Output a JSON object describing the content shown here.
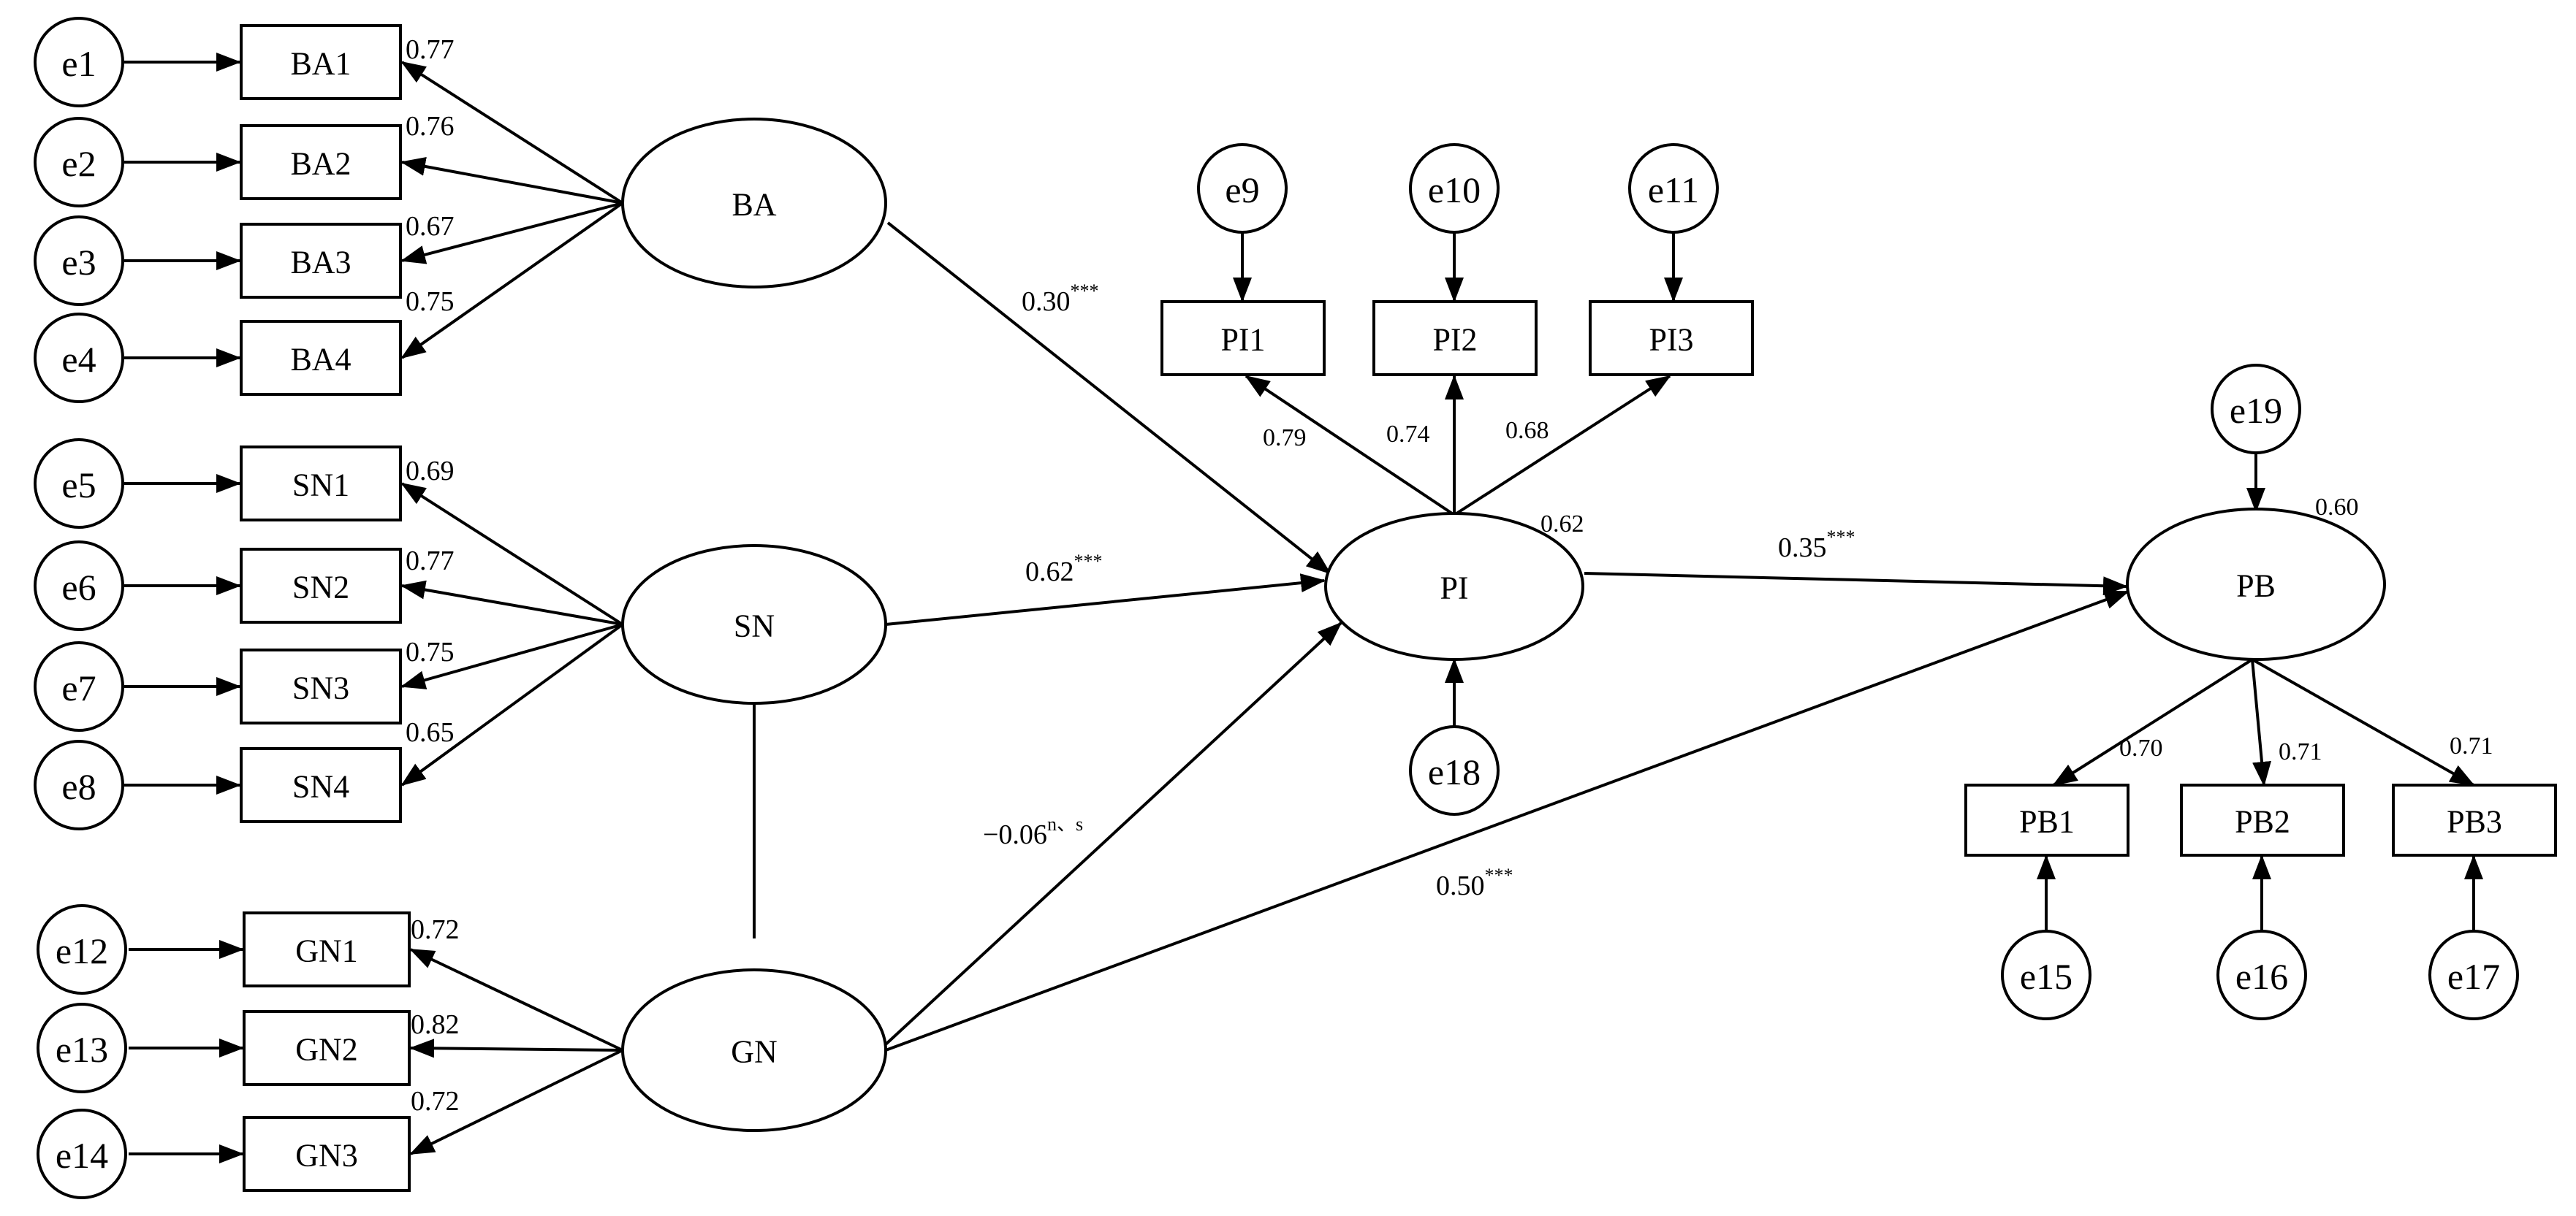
{
  "latent": {
    "BA": "BA",
    "SN": "SN",
    "GN": "GN",
    "PI": "PI",
    "PB": "PB"
  },
  "indicators": {
    "BA1": "BA1",
    "BA2": "BA2",
    "BA3": "BA3",
    "BA4": "BA4",
    "SN1": "SN1",
    "SN2": "SN2",
    "SN3": "SN3",
    "SN4": "SN4",
    "GN1": "GN1",
    "GN2": "GN2",
    "GN3": "GN3",
    "PI1": "PI1",
    "PI2": "PI2",
    "PI3": "PI3",
    "PB1": "PB1",
    "PB2": "PB2",
    "PB3": "PB3"
  },
  "errors": {
    "e1": "e1",
    "e2": "e2",
    "e3": "e3",
    "e4": "e4",
    "e5": "e5",
    "e6": "e6",
    "e7": "e7",
    "e8": "e8",
    "e9": "e9",
    "e10": "e10",
    "e11": "e11",
    "e12": "e12",
    "e13": "e13",
    "e14": "e14",
    "e15": "e15",
    "e16": "e16",
    "e17": "e17",
    "e18": "e18",
    "e19": "e19"
  },
  "loadings": {
    "BA1": "0.77",
    "BA2": "0.76",
    "BA3": "0.67",
    "BA4": "0.75",
    "SN1": "0.69",
    "SN2": "0.77",
    "SN3": "0.75",
    "SN4": "0.65",
    "GN1": "0.72",
    "GN2": "0.82",
    "GN3": "0.72",
    "PI1": "0.79",
    "PI2": "0.74",
    "PI3": "0.68",
    "PB1": "0.70",
    "PB2": "0.71",
    "PB3": "0.71"
  },
  "r_squared": {
    "PI": "0.62",
    "PB": "0.60"
  },
  "paths": {
    "BA_PI": {
      "value": "0.30",
      "sig": "***"
    },
    "SN_PI": {
      "value": "0.62",
      "sig": "***"
    },
    "GN_PI": {
      "value": "−0.06",
      "sig": "n、s"
    },
    "PI_PB": {
      "value": "0.35",
      "sig": "***"
    },
    "GN_PB": {
      "value": "0.50",
      "sig": "***"
    }
  }
}
